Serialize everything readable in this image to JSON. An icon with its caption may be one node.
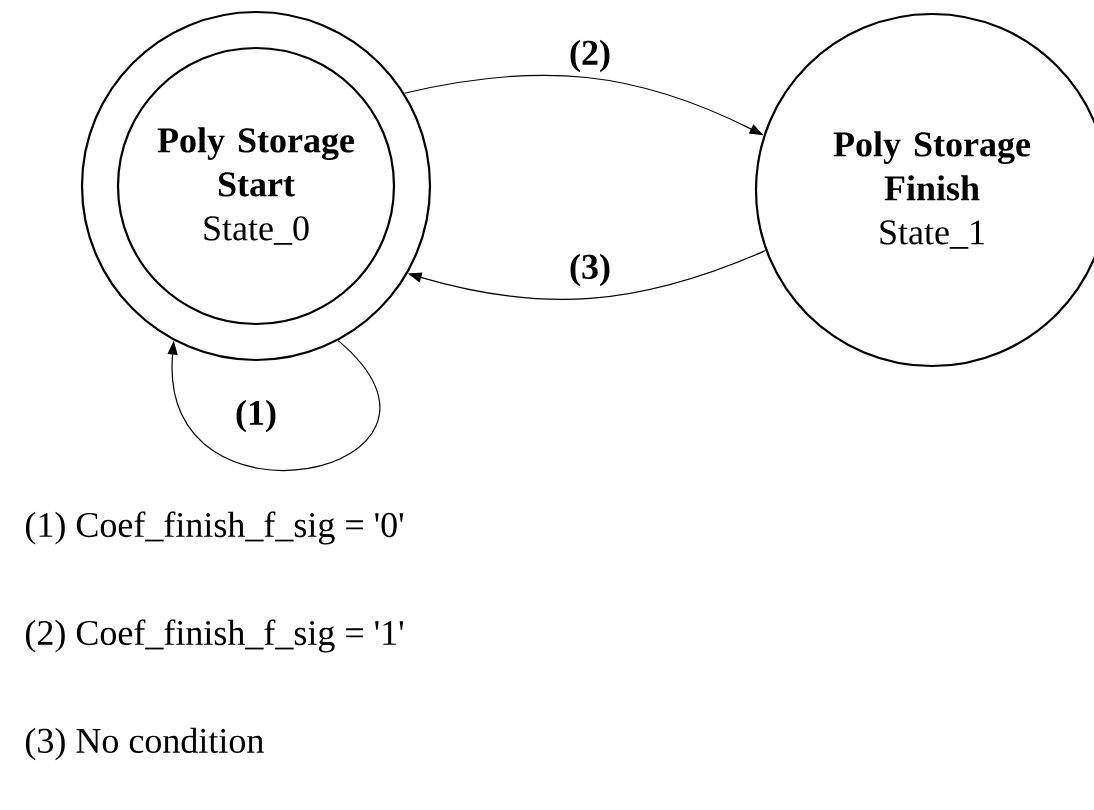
{
  "diagram": {
    "nodes": [
      {
        "text": [
          "Poly Storage Start",
          "State_0"
        ]
      },
      {
        "text": [
          "Poly Storage Finish",
          "State_1"
        ]
      }
    ],
    "edges": [
      {
        "from": 0,
        "to": 0,
        "arrow": "to",
        "label": "(1)"
      },
      {
        "from": 0,
        "to": 1,
        "arrow": "to",
        "label": "(2)"
      },
      {
        "from": 1,
        "to": 0,
        "arrow": "to",
        "label": "(3)"
      }
    ],
    "labels": [
      "(1) Coef_finish_f_sig = '0'",
      "(2) Coef_finish_f_sig = '1'",
      "(3) No condition"
    ]
  }
}
